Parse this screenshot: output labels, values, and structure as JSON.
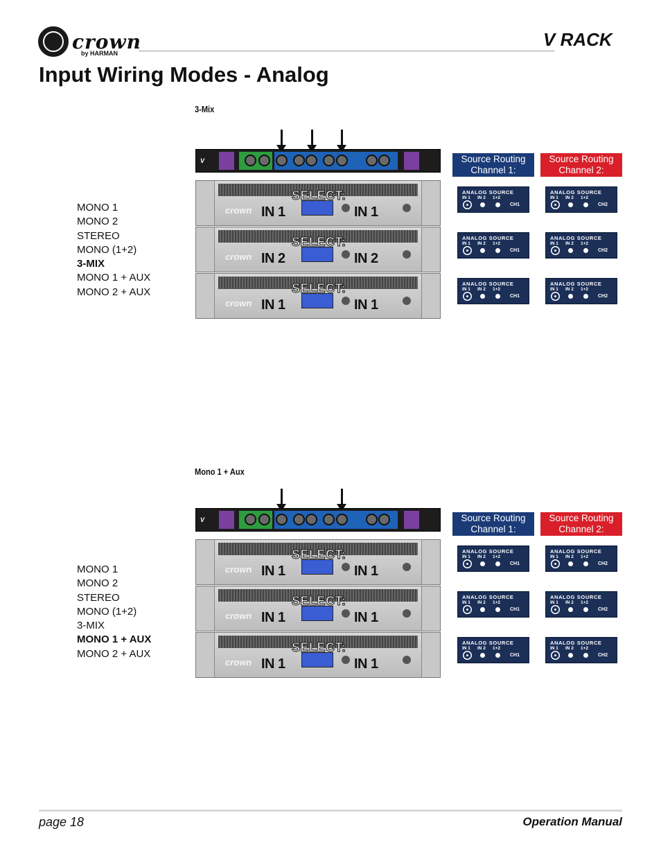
{
  "header": {
    "brand": "crown",
    "brand_sub": "by HARMAN",
    "product_logo": "V RACK",
    "title": "Input Wiring Modes - Analog"
  },
  "sections": [
    {
      "label": "3-Mix",
      "modes": [
        "MONO 1",
        "MONO 2",
        "STEREO",
        "MONO (1+2)",
        "3-MIX",
        "MONO 1 + AUX",
        "MONO 2 + AUX"
      ],
      "active_mode_index": 4,
      "select_label": "SELECT:",
      "amps": [
        {
          "left": "IN 1",
          "right": "IN 1"
        },
        {
          "left": "IN 2",
          "right": "IN 2"
        },
        {
          "left": "IN 1",
          "right": "IN 1"
        }
      ],
      "routing": [
        {
          "ch1_selected": "IN 1",
          "ch2_selected": "IN 1"
        },
        {
          "ch1_selected": "IN 1",
          "ch2_selected": "IN 1"
        },
        {
          "ch1_selected": "IN 1",
          "ch2_selected": "IN 1"
        }
      ]
    },
    {
      "label": "Mono 1 + Aux",
      "modes": [
        "MONO 1",
        "MONO 2",
        "STEREO",
        "MONO (1+2)",
        "3-MIX",
        "MONO 1 + AUX",
        "MONO 2 + AUX"
      ],
      "active_mode_index": 5,
      "select_label": "SELECT:",
      "amps": [
        {
          "left": "IN 1",
          "right": "IN 1"
        },
        {
          "left": "IN 1",
          "right": "IN 1"
        },
        {
          "left": "IN 1",
          "right": "IN 1"
        }
      ],
      "routing": [
        {
          "ch1_selected": "IN 1",
          "ch2_selected": "IN 1"
        },
        {
          "ch1_selected": "IN 1",
          "ch2_selected": "IN 1"
        },
        {
          "ch1_selected": "IN 1",
          "ch2_selected": "IN 1"
        }
      ]
    }
  ],
  "source_routing": {
    "ch1_header": "Source Routing Channel 1:",
    "ch2_header": "Source Routing Channel 2:",
    "panel_title": "ANALOG SOURCE",
    "options": [
      "IN 1",
      "IN 2",
      "1+2"
    ],
    "ch1_label": "CH1",
    "ch2_label": "CH2",
    "ch1_color": "#1b3b78",
    "ch2_color": "#d9202a"
  },
  "footer": {
    "page": "page 18",
    "manual": "Operation Manual"
  }
}
